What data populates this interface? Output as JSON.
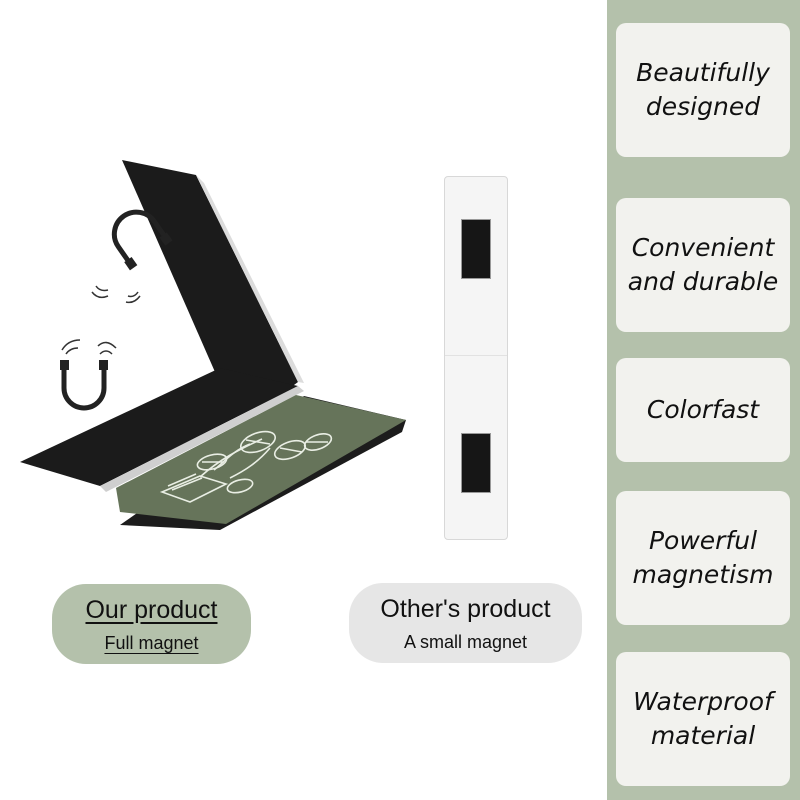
{
  "colors": {
    "sage": "#b4c1ab",
    "sage_dark": "#aab79f",
    "tile": "#f2f2ee",
    "board_black": "#1b1b1b",
    "board_green": "#66745a",
    "pill_grey": "#e6e6e6",
    "strip": "#f4f4f4"
  },
  "features": [
    {
      "text": "Beautifully\ndesigned"
    },
    {
      "text": "Convenient\n and durable"
    },
    {
      "text": "Colorfast"
    },
    {
      "text": "Powerful\nmagnetism"
    },
    {
      "text": "Waterproof\nmaterial"
    }
  ],
  "ours": {
    "title": "Our product",
    "subtitle": "Full magnet"
  },
  "others": {
    "title": "Other's product",
    "subtitle": "A small magnet"
  },
  "icons": {
    "magnet_top": "horseshoe-magnet-icon",
    "magnet_bottom": "horseshoe-magnet-icon"
  }
}
